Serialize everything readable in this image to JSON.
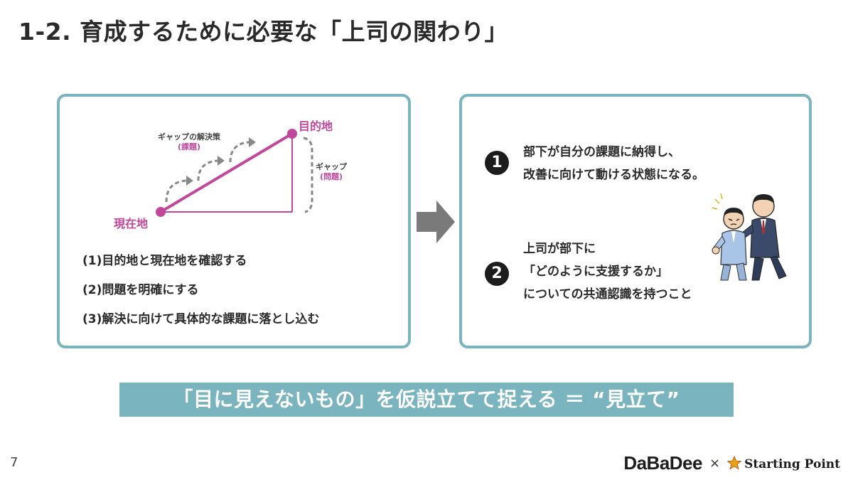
{
  "title": "1-2. 育成するために必要な「上司の関わり」",
  "left_panel": {
    "diagram": {
      "goal_label": "目的地",
      "current_label": "現在地",
      "step_label": "ギャップの解決策",
      "step_sub": "(課題)",
      "gap_label": "ギャップ",
      "gap_sub": "(問題)"
    },
    "items": [
      "(1)目的地と現在地を確認する",
      "(2)問題を明確にする",
      "(3)解決に向けて具体的な課題に落とし込む"
    ]
  },
  "right_panel": {
    "points": [
      {
        "number": "1",
        "lines": [
          "部下が自分の課題に納得し、",
          "改善に向けて動ける状態になる。"
        ]
      },
      {
        "number": "2",
        "lines": [
          "上司が部下に",
          "「どのように支援するか」",
          "についての共通認識を持つこと"
        ]
      }
    ]
  },
  "banner": "「目に見えないもの」を仮説立てて捉える ＝ “見立て”",
  "page_number": "7",
  "footer": {
    "brand1": "DaBaDee",
    "separator": "×",
    "brand2": "Starting Point"
  },
  "colors": {
    "accent": "#7ab4be",
    "magenta": "#c0479b",
    "dark": "#1c1c1c"
  }
}
